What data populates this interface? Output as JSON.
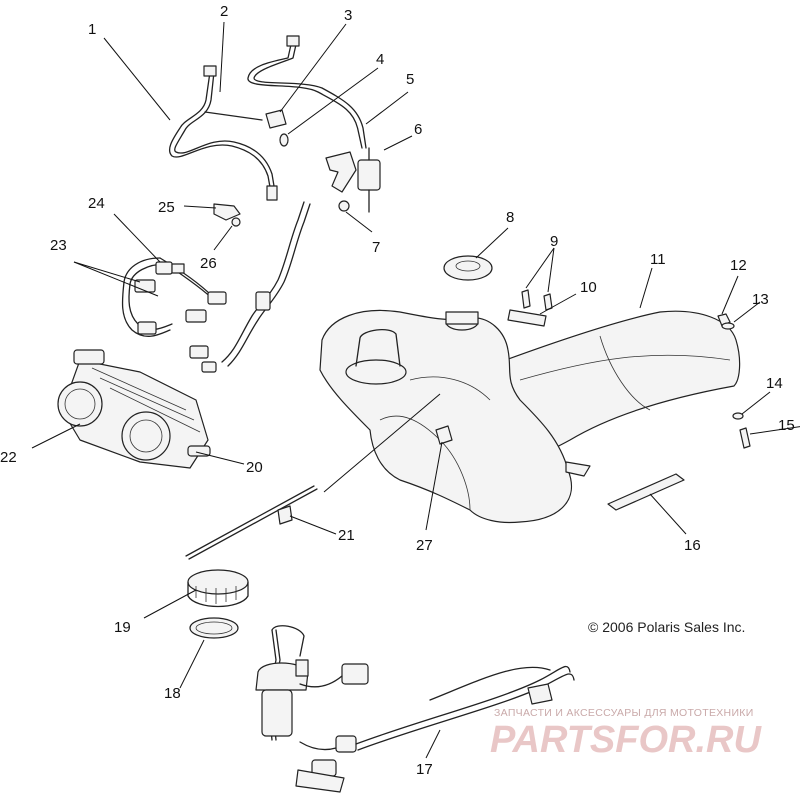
{
  "callouts": [
    "1",
    "2",
    "3",
    "4",
    "5",
    "6",
    "7",
    "8",
    "9",
    "10",
    "11",
    "12",
    "13",
    "14",
    "15",
    "16",
    "17",
    "18",
    "19",
    "20",
    "21",
    "22",
    "23",
    "24",
    "25",
    "26",
    "27"
  ],
  "copyright": "© 2006 Polaris Sales Inc.",
  "watermark": {
    "tagline": "ЗАПЧАСТИ И АКСЕССУАРЫ ДЛЯ МОТОТЕХНИКИ",
    "brand": "PARTSFOR.RU"
  },
  "colors": {
    "line": "#222222",
    "watermark": "#e9c7c7"
  }
}
